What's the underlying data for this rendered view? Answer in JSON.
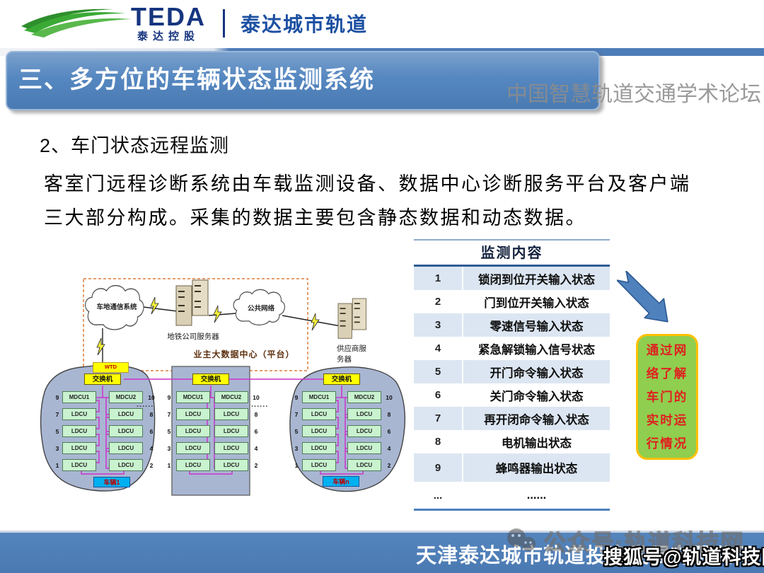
{
  "header": {
    "logo_word": "TEDA",
    "logo_sub": "泰达控股",
    "logo_right": "泰达城市轨道"
  },
  "title_bar": {
    "title": "三、多方位的车辆状态监测系统",
    "watermark": "中国智慧轨道交通学术论坛"
  },
  "content": {
    "subtitle": "2、车门状态远程监测",
    "paragraph_line1": "客室门远程诊断系统由车载监测设备、数据中心诊断服务平台及客户端",
    "paragraph_line2": "三大部分构成。采集的数据主要包含静态数据和动态数据。"
  },
  "diagram": {
    "cloud1_label": "车地通信系统",
    "server1_label": "地铁公司服务器",
    "cloud2_label": "公共网络",
    "server2_label_line1": "供应商服",
    "server2_label_line2": "务器",
    "platform_label": "业主大数据中心（平台）",
    "wtd_label": "WTD",
    "switch_label": "交换机",
    "ellipsis": "......",
    "groups": [
      {
        "shape": "blob",
        "left_boxes": [
          "MDCU1",
          "LDCU",
          "LDCU",
          "LDCU",
          "LDCU"
        ],
        "right_boxes": [
          "MDCU2",
          "LDCU",
          "LDCU",
          "LDCU",
          "LDCU"
        ],
        "left_numbers": [
          "9",
          "7",
          "5",
          "3",
          "1"
        ],
        "right_numbers": [
          "10",
          "8",
          "6",
          "4",
          "2"
        ],
        "vehicle_label": "车辆1"
      },
      {
        "shape": "rect",
        "left_boxes": [
          "MDCU1",
          "LDCU",
          "LDCU",
          "LDCU",
          "LDCU"
        ],
        "right_boxes": [
          "MDCU2",
          "LDCU",
          "LDCU",
          "LDCU",
          "LDCU"
        ],
        "left_numbers": [
          "9",
          "7",
          "5",
          "3",
          "1"
        ],
        "right_numbers": [
          "10",
          "8",
          "6",
          "4",
          "2"
        ],
        "vehicle_label": ""
      },
      {
        "shape": "blob",
        "left_boxes": [
          "MDCU1",
          "LDCU",
          "LDCU",
          "LDCU",
          "LDCU"
        ],
        "right_boxes": [
          "MDCU2",
          "LDCU",
          "LDCU",
          "LDCU",
          "LDCU"
        ],
        "left_numbers": [
          "9",
          "7",
          "5",
          "3",
          "1"
        ],
        "right_numbers": [
          "10",
          "8",
          "6",
          "4",
          "2"
        ],
        "vehicle_label": "车辆n"
      }
    ]
  },
  "table": {
    "header": "监测内容",
    "rows": [
      {
        "no": "1",
        "content": "锁闭到位开关输入状态"
      },
      {
        "no": "2",
        "content": "门到位开关输入状态"
      },
      {
        "no": "3",
        "content": "零速信号输入状态"
      },
      {
        "no": "4",
        "content": "紧急解锁输入信号状态"
      },
      {
        "no": "5",
        "content": "开门命令输入状态"
      },
      {
        "no": "6",
        "content": "关门命令输入状态"
      },
      {
        "no": "7",
        "content": "再开闭命令输入状态"
      },
      {
        "no": "8",
        "content": "电机输出状态"
      },
      {
        "no": "9",
        "content": "蜂鸣器输出状态"
      },
      {
        "no": "...",
        "content": "......"
      }
    ]
  },
  "callout": {
    "lines": [
      "通过网",
      "络了解",
      "车门的",
      "实时运",
      "行情况"
    ]
  },
  "footer": {
    "company": "天津泰达城市轨道投资发展有限公司"
  },
  "watermarks": {
    "wechat": "公众号·轨道科技网",
    "sohu": "搜狐号@轨道科技网"
  },
  "colors": {
    "accent_blue": "#4f81bd",
    "table_stripe": "#dce6f2",
    "callout_bg": "#8fce4e",
    "callout_border": "#ffc000",
    "callout_text": "#e02020",
    "group_fill": "#a8b6d2",
    "connector_magenta": "#cc33cc",
    "switch_yellow": "#ffff00",
    "unit_green": "#c9f2cf",
    "vehicle_blue": "#00b0f0"
  }
}
